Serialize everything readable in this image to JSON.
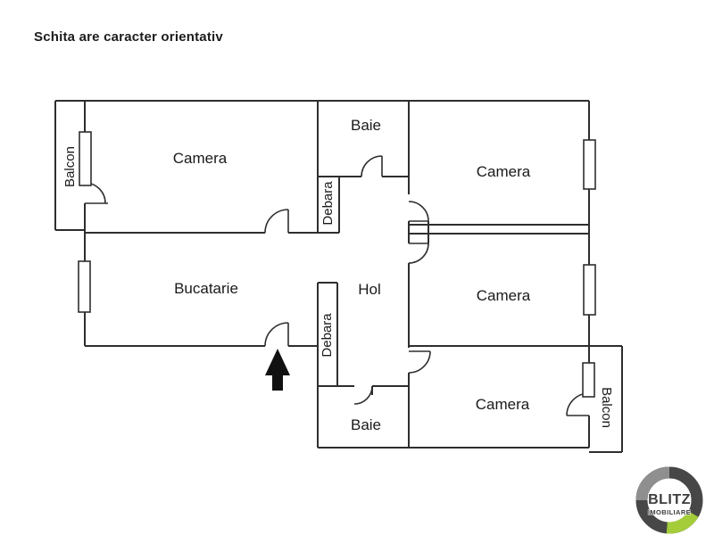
{
  "disclaimer": "Schita are caracter orientativ",
  "rooms": {
    "camera_top_left": {
      "label": "Camera"
    },
    "baie_top": {
      "label": "Baie"
    },
    "camera_top_right": {
      "label": "Camera"
    },
    "bucatarie": {
      "label": "Bucatarie"
    },
    "hol": {
      "label": "Hol"
    },
    "camera_middle_right": {
      "label": "Camera"
    },
    "debara_upper": {
      "label": "Debara"
    },
    "debara_lower": {
      "label": "Debara"
    },
    "baie_lower": {
      "label": "Baie"
    },
    "camera_bottom_right": {
      "label": "Camera"
    },
    "balcon_left": {
      "label": "Balcon"
    },
    "balcon_right": {
      "label": "Balcon"
    }
  },
  "icons": {
    "entrance_arrow": "up-arrow-entrance-marker"
  },
  "logo": {
    "line1": "BLITZ",
    "line2": "IMOBILIARE"
  },
  "colors": {
    "wall": "#2e2e2e",
    "background": "#ffffff",
    "logo_ring_dark": "#474747",
    "logo_ring_light": "#8f8f8f",
    "logo_ring_green": "#a4cd39"
  }
}
